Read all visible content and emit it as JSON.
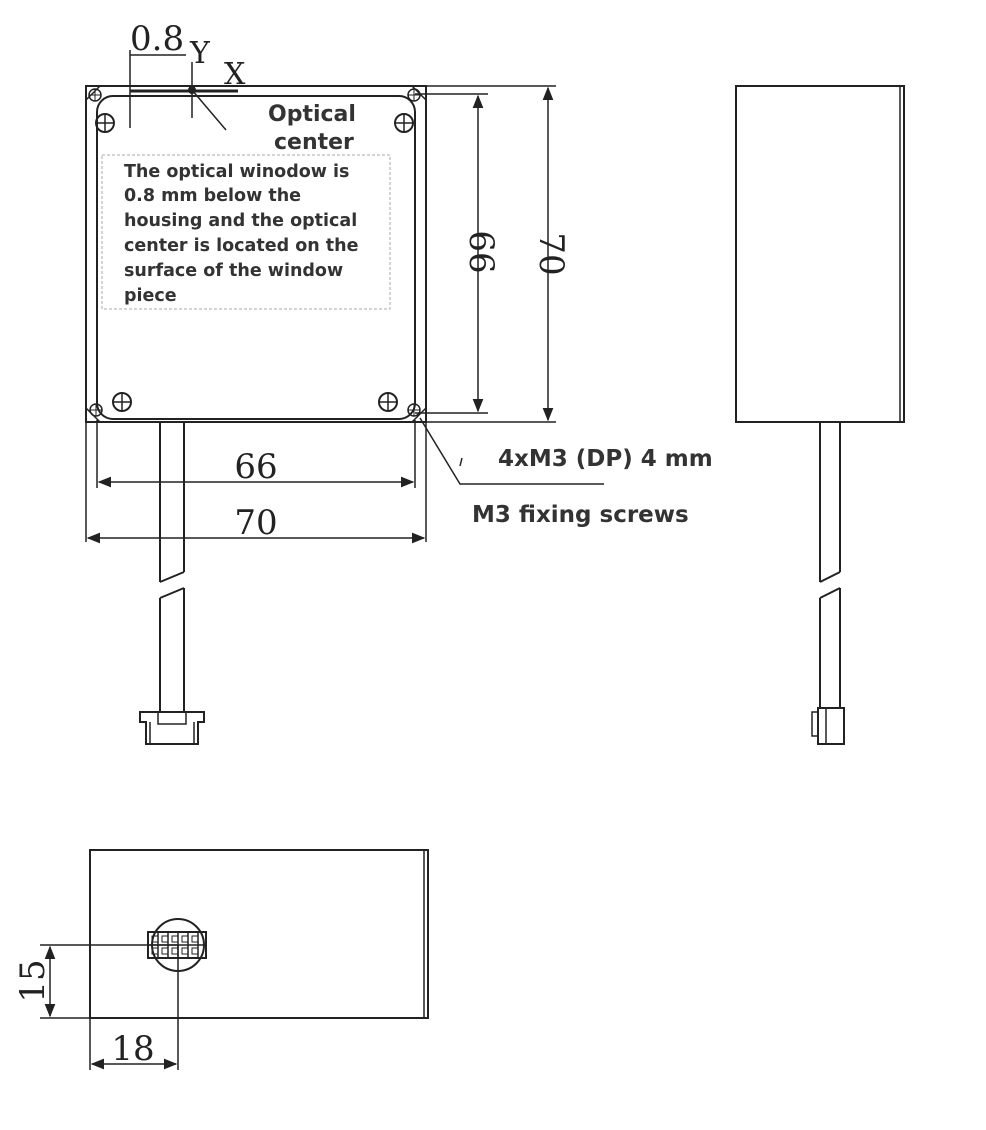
{
  "top_view": {
    "dim_window_offset": "0.8",
    "axis_y": "Y",
    "axis_x": "X",
    "optical_center_label": [
      "Optical",
      "center"
    ],
    "note_lines": [
      "The optical winodow is",
      "0.8 mm below the",
      "housing and the optical",
      "center is located on the",
      "surface of the window",
      "piece"
    ],
    "dim_inner_height": "66",
    "dim_outer_height": "70",
    "dim_inner_width": "66",
    "dim_outer_width": "70",
    "holes_label": "4xM3 (DP) 4 mm",
    "screws_label": "M3 fixing screws"
  },
  "bottom_view": {
    "dim_connector_height": "15",
    "dim_connector_offset": "18"
  }
}
